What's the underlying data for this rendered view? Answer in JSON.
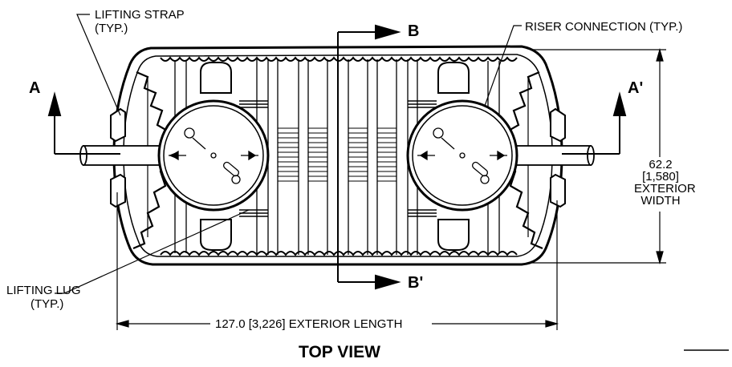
{
  "labels": {
    "lifting_strap": [
      "LIFTING STRAP",
      "(TYP.)"
    ],
    "riser_connection": "RISER CONNECTION (TYP.)",
    "lifting_lug": [
      "LIFTING LUG",
      "(TYP.)"
    ],
    "width_dim": [
      "62.2",
      "[1,580]",
      "EXTERIOR",
      "WIDTH"
    ],
    "length_dim": "127.0 [3,226] EXTERIOR LENGTH",
    "view_title": "TOP VIEW"
  },
  "section_marks": {
    "a": "A",
    "a_prime": "A'",
    "b": "B",
    "b_prime": "B'"
  }
}
